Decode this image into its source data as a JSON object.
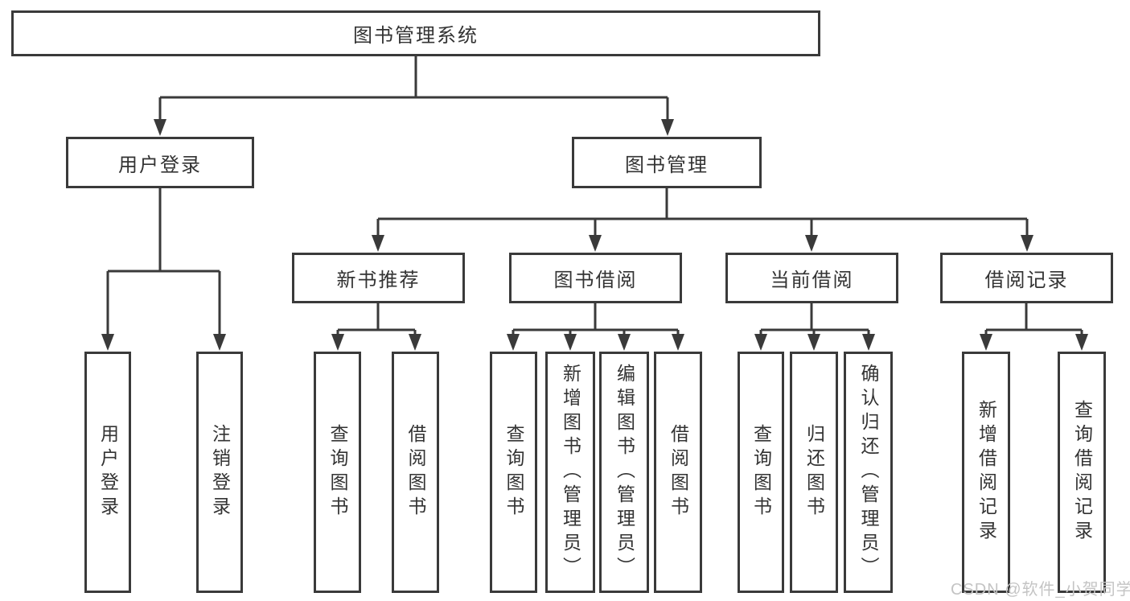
{
  "diagram": {
    "root": "图书管理系统",
    "branches": [
      {
        "label": "用户登录",
        "children": [
          "用户登录",
          "注销登录"
        ]
      },
      {
        "label": "图书管理",
        "sections": [
          {
            "label": "新书推荐",
            "children": [
              "查询图书",
              "借阅图书"
            ]
          },
          {
            "label": "图书借阅",
            "children": [
              "查询图书",
              "新增图书（管理员）",
              "编辑图书（管理员）",
              "借阅图书"
            ]
          },
          {
            "label": "当前借阅",
            "children": [
              "查询图书",
              "归还图书",
              "确认归还（管理员）"
            ]
          },
          {
            "label": "借阅记录",
            "children": [
              "新增借阅记录",
              "查询借阅记录"
            ]
          }
        ]
      }
    ]
  },
  "colors": {
    "line": "#3a3a3a",
    "text": "#333333",
    "box_background": "#ffffff",
    "watermark": "#c4c4c4"
  },
  "watermark": "CSDN @软件_小贺同学"
}
